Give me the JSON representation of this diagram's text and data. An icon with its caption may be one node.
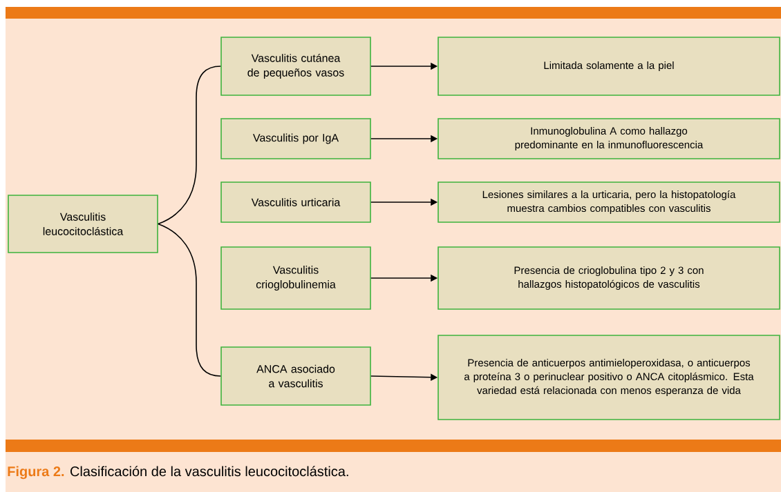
{
  "diagram": {
    "caption": "Clasificación de la vasculitis leucocitoclástica.",
    "nodes": [
      {
        "text": [
          "Vasculitis leucocitoclástica"
        ]
      },
      {
        "text": [
          "Vasculitis cutánea de pequeños vasos"
        ]
      },
      {
        "text": [
          "Limitada solamente a la piel"
        ]
      },
      {
        "text": [
          "Vasculitis por IgA"
        ]
      },
      {
        "text": [
          "Inmunoglobulina A como hallazgo predominante en la inmunofluorescencia"
        ]
      },
      {
        "text": [
          "Vasculitis urticaria"
        ]
      },
      {
        "text": [
          "Lesiones similares a la urticaria, pero la histopatología muestra cambios compatibles con vasculitis"
        ]
      },
      {
        "text": [
          "Vasculitis crioglobulinemia"
        ]
      },
      {
        "text": [
          "Presencia de crioglobulina tipo 2 y 3 con hallazgos histopatológicos de vasculitis"
        ]
      },
      {
        "text": [
          "ANCA asociado a vasculitis"
        ]
      },
      {
        "text": [
          "Presencia de anticuerpos antimieloperoxidasa, o anticuerpos a proteína 3 o perinuclear positivo o ANCA citoplásmico. Esta variedad está relacionada con menos esperanza de vida"
        ]
      }
    ],
    "edges": [
      {
        "from": 0,
        "to": 1,
        "arrow": "none"
      },
      {
        "from": 0,
        "to": 9,
        "arrow": "none"
      },
      {
        "from": 1,
        "to": 2,
        "arrow": "to"
      },
      {
        "from": 3,
        "to": 4,
        "arrow": "to"
      },
      {
        "from": 5,
        "to": 6,
        "arrow": "to"
      },
      {
        "from": 7,
        "to": 8,
        "arrow": "to"
      },
      {
        "from": 9,
        "to": 10,
        "arrow": "to"
      }
    ],
    "labels": [
      "Figura 2."
    ]
  }
}
